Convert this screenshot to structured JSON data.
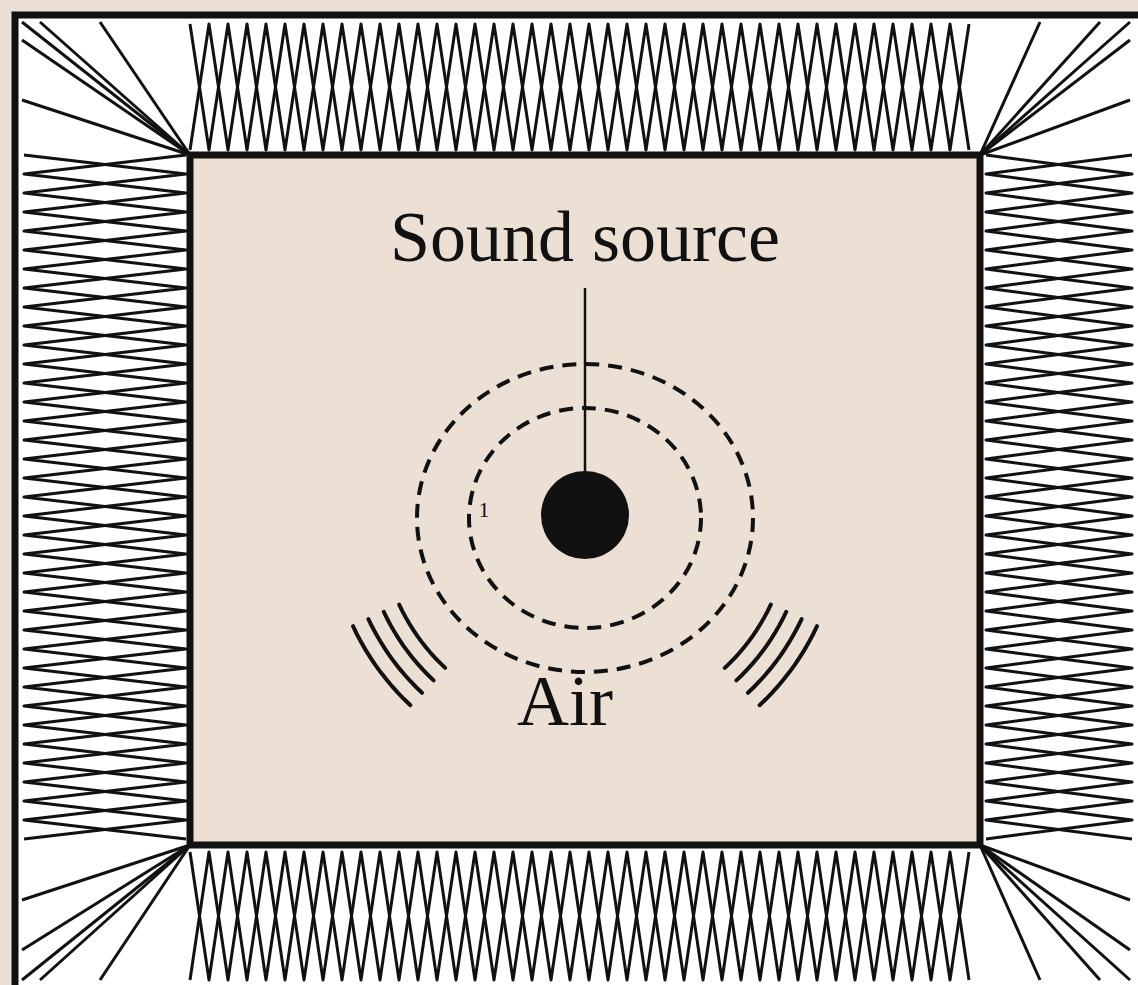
{
  "diagram": {
    "labels": [
      "Sound source",
      "Air",
      "1"
    ]
  }
}
